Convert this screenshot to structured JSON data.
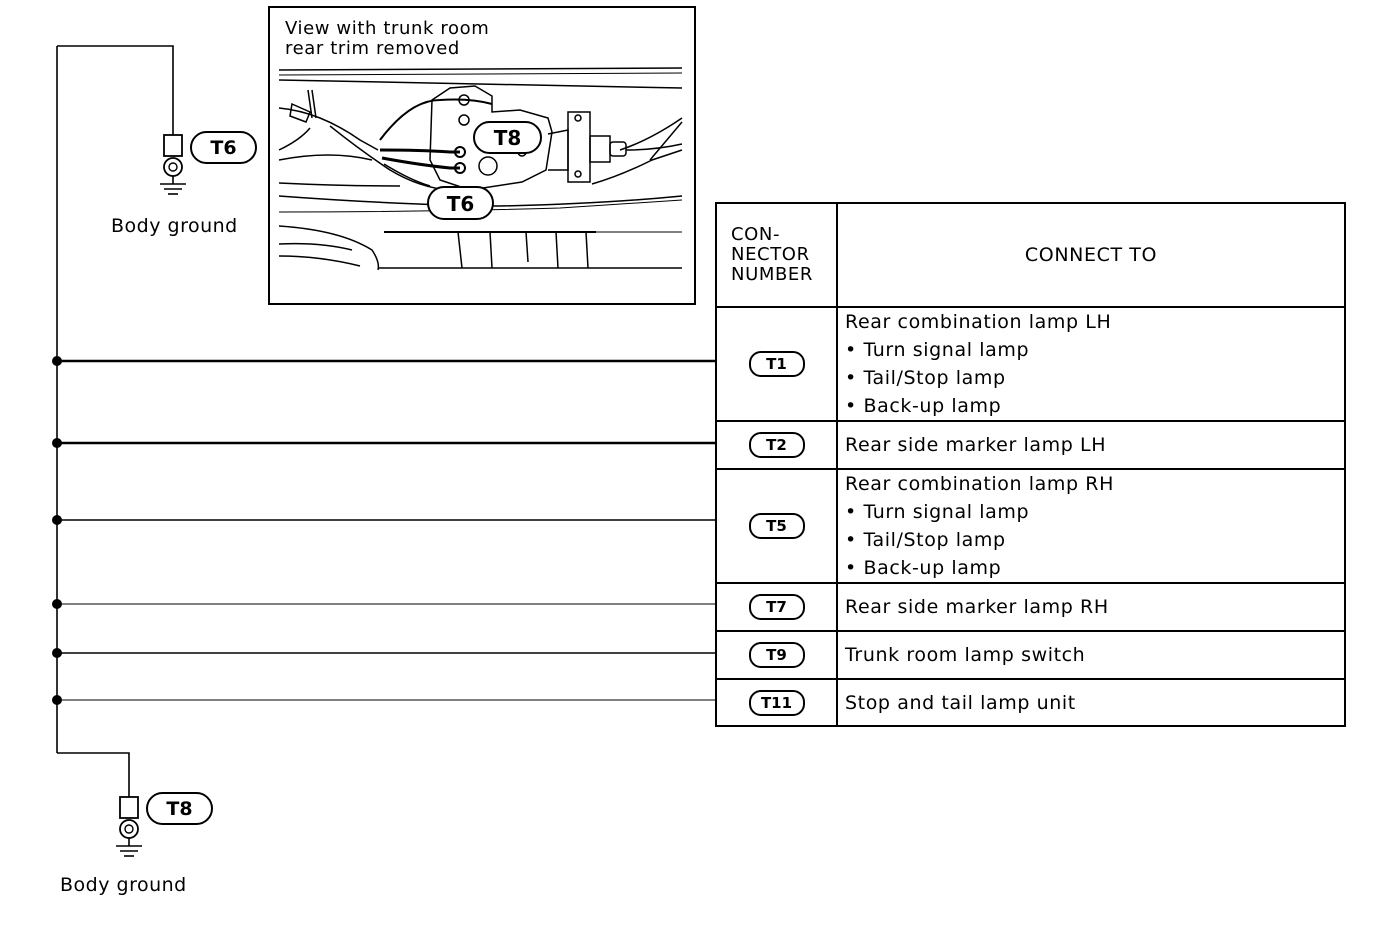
{
  "view": {
    "line1": "View with trunk room",
    "line2": "rear trim removed",
    "callout_a": "T8",
    "callout_b": "T6"
  },
  "ground_top": {
    "connector": "T6",
    "label": "Body ground"
  },
  "ground_bottom": {
    "connector": "T8",
    "label": "Body ground"
  },
  "table": {
    "header_number": [
      "CON-",
      "NECTOR",
      "NUMBER"
    ],
    "header_connect": "CONNECT TO",
    "rows": [
      {
        "connector": "T1",
        "title": "Rear combination lamp LH",
        "items": [
          "• Turn signal lamp",
          "• Tail/Stop lamp",
          "• Back-up lamp"
        ]
      },
      {
        "connector": "T2",
        "title": "Rear side marker lamp LH",
        "items": []
      },
      {
        "connector": "T5",
        "title": "Rear combination lamp RH",
        "items": [
          "• Turn signal lamp",
          "• Tail/Stop lamp",
          "• Back-up lamp"
        ]
      },
      {
        "connector": "T7",
        "title": "Rear side marker lamp RH",
        "items": []
      },
      {
        "connector": "T9",
        "title": "Trunk room lamp switch",
        "items": []
      },
      {
        "connector": "T11",
        "title": "Stop and tail lamp unit",
        "items": []
      }
    ]
  }
}
